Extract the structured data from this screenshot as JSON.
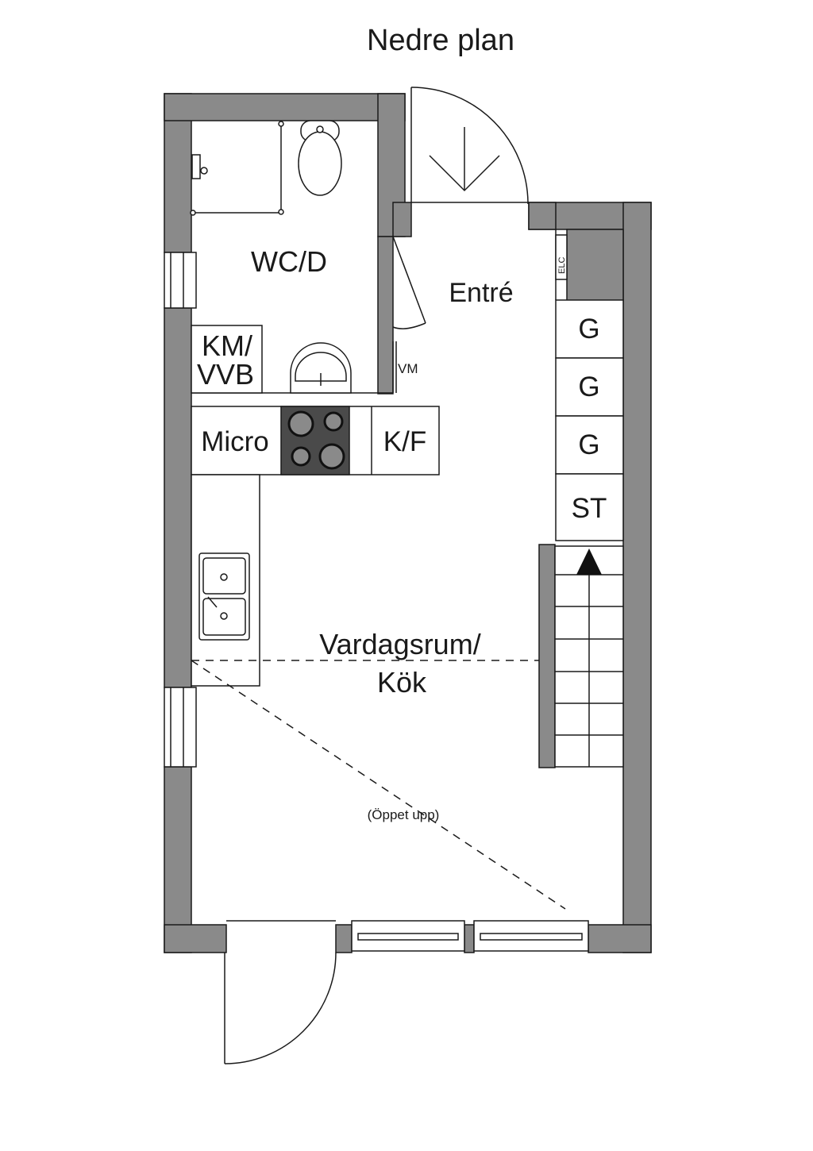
{
  "title": "Nedre plan",
  "rooms": {
    "wc": "WC/D",
    "entre": "Entré",
    "km_line1": "KM/",
    "km_line2": "VVB",
    "vm": "VM",
    "elc": "ELC",
    "micro": "Micro",
    "kf": "K/F",
    "living_line1": "Vardagsrum/",
    "living_line2": "Kök",
    "open_note": "(Öppet upp)"
  },
  "storage": [
    "G",
    "G",
    "G",
    "ST"
  ],
  "colors": {
    "wall": "#8a8a8a",
    "line": "#1a1a1a",
    "stove": "#4a4a4a"
  }
}
